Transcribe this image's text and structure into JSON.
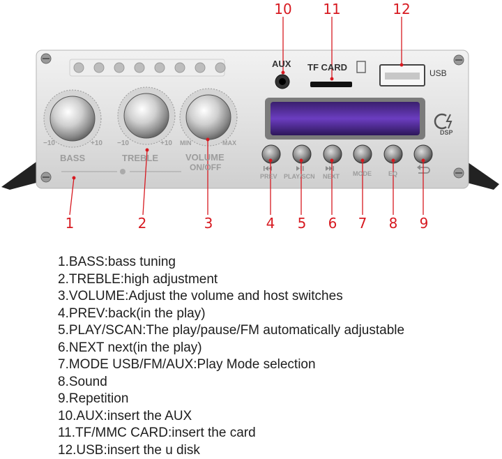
{
  "callout_numbers": [
    "1",
    "2",
    "3",
    "4",
    "5",
    "6",
    "7",
    "8",
    "9",
    "10",
    "11",
    "12"
  ],
  "device": {
    "knobs": {
      "bass": {
        "label": "BASS",
        "scale_min": "−10",
        "scale_max": "+10"
      },
      "treble": {
        "label": "TREBLE",
        "scale_min": "−10",
        "scale_max": "+10"
      },
      "volume": {
        "label": "VOLUME",
        "sublabel": "ON/OFF",
        "scale_min": "MIN",
        "scale_max": "MAX"
      }
    },
    "ports": {
      "aux": "AUX",
      "tf_card": "TF CARD",
      "usb": "USB"
    },
    "buttons": {
      "prev": "PREV",
      "play": "PLAY/SCN",
      "next": "NEXT",
      "mode": "MODE",
      "eq": "EQ"
    },
    "dsp_label": "DSP"
  },
  "legend": [
    "1.BASS:bass tuning",
    "2.TREBLE:high adjustment",
    "3.VOLUME:Adjust the volume and host switches",
    "4.PREV:back(in the play)",
    "5.PLAY/SCAN:The play/pause/FM automatically adjustable",
    "6.NEXT next(in the play)",
    "7.MODE USB/FM/AUX:Play Mode selection",
    "8.Sound",
    "9.Repetition",
    "10.AUX:insert the AUX",
    "11.TF/MMC CARD:insert the card",
    "12.USB:insert the u disk"
  ],
  "colors": {
    "callout": "#d71920",
    "display": "#5b2fa8",
    "panel": "#dcdcdc"
  }
}
